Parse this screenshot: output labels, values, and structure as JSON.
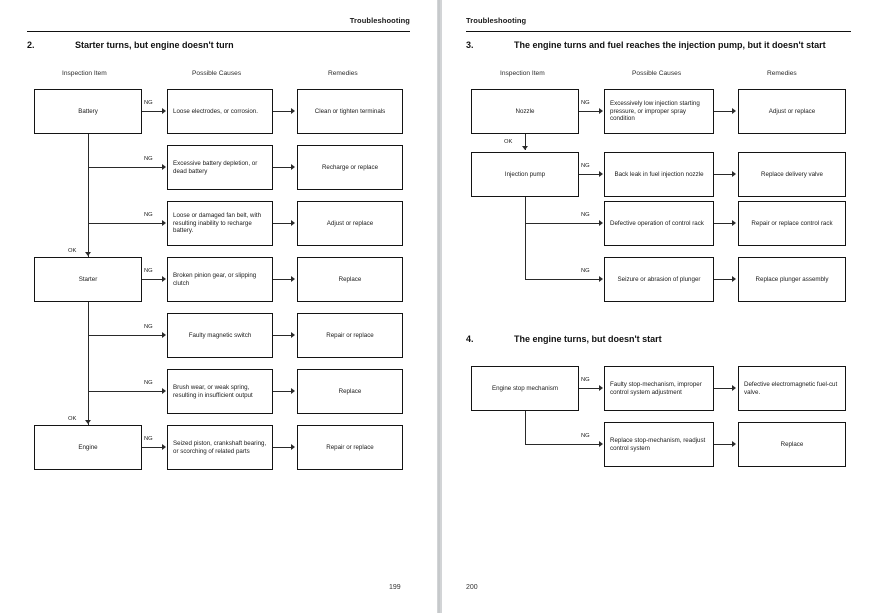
{
  "document": {
    "header_label": "Troubleshooting",
    "column_headers": [
      "Inspection Item",
      "Possible Causes",
      "Remedies"
    ],
    "flow_labels": {
      "ng": "NG",
      "ok": "OK"
    }
  },
  "left_page": {
    "page_number": "199",
    "header": "Troubleshooting",
    "section": {
      "number": "2.",
      "title": "Starter turns, but engine doesn't turn"
    },
    "columns": [
      "Inspection Item",
      "Possible Causes",
      "Remedies"
    ],
    "groups": [
      {
        "item": "Battery",
        "rows": [
          {
            "cause": "Loose electrodes, or corrosion.",
            "remedy": "Clean or tighten terminals",
            "flag": "NG"
          },
          {
            "cause": "Excessive battery depletion, or dead battery",
            "remedy": "Recharge or replace",
            "flag": "NG"
          },
          {
            "cause": "Loose or damaged fan belt, with resulting inability to recharge battery.",
            "remedy": "Adjust or replace",
            "flag": "NG"
          }
        ],
        "pass_label": "OK"
      },
      {
        "item": "Starter",
        "rows": [
          {
            "cause": "Broken pinion gear, or slipping clutch",
            "remedy": "Replace",
            "flag": "NG"
          },
          {
            "cause": "Faulty magnetic switch",
            "remedy": "Repair or replace",
            "flag": "NG"
          },
          {
            "cause": "Brush wear, or weak spring, resulting in insufficient output",
            "remedy": "Replace",
            "flag": "NG"
          }
        ],
        "pass_label": "OK"
      },
      {
        "item": "Engine",
        "rows": [
          {
            "cause": "Seized piston, crankshaft bearing, or scorching of related parts",
            "remedy": "Repair or replace",
            "flag": "NG"
          }
        ],
        "pass_label": ""
      }
    ]
  },
  "right_page": {
    "page_number": "200",
    "header": "Troubleshooting",
    "sections": [
      {
        "number": "3.",
        "title": "The engine turns and fuel reaches the injection pump, but it doesn't start",
        "columns": [
          "Inspection Item",
          "Possible Causes",
          "Remedies"
        ],
        "groups": [
          {
            "item": "Nozzle",
            "rows": [
              {
                "cause": "Excessively low injection starting pressure, or improper spray condition",
                "remedy": "Adjust or replace",
                "flag": "NG"
              }
            ],
            "pass_label": "OK"
          },
          {
            "item": "Injection pump",
            "rows": [
              {
                "cause": "Back leak in fuel injection nozzle",
                "remedy": "Replace delivery valve",
                "flag": "NG"
              },
              {
                "cause": "Defective operation of control rack",
                "remedy": "Repair or replace control rack",
                "flag": "NG"
              },
              {
                "cause": "Seizure or abrasion of plunger",
                "remedy": "Replace plunger assembly",
                "flag": "NG"
              }
            ],
            "pass_label": ""
          }
        ]
      },
      {
        "number": "4.",
        "title": "The engine turns, but doesn't start",
        "columns": [],
        "groups": [
          {
            "item": "Engine stop mechanism",
            "rows": [
              {
                "cause": "Faulty stop-mechanism, improper control system adjustment",
                "remedy": "Defective electromagnetic fuel-cut valve.",
                "flag": "NG"
              },
              {
                "cause": "Replace stop-mechanism, readjust control system",
                "remedy": "Replace",
                "flag": "NG"
              }
            ],
            "pass_label": ""
          }
        ]
      }
    ]
  }
}
